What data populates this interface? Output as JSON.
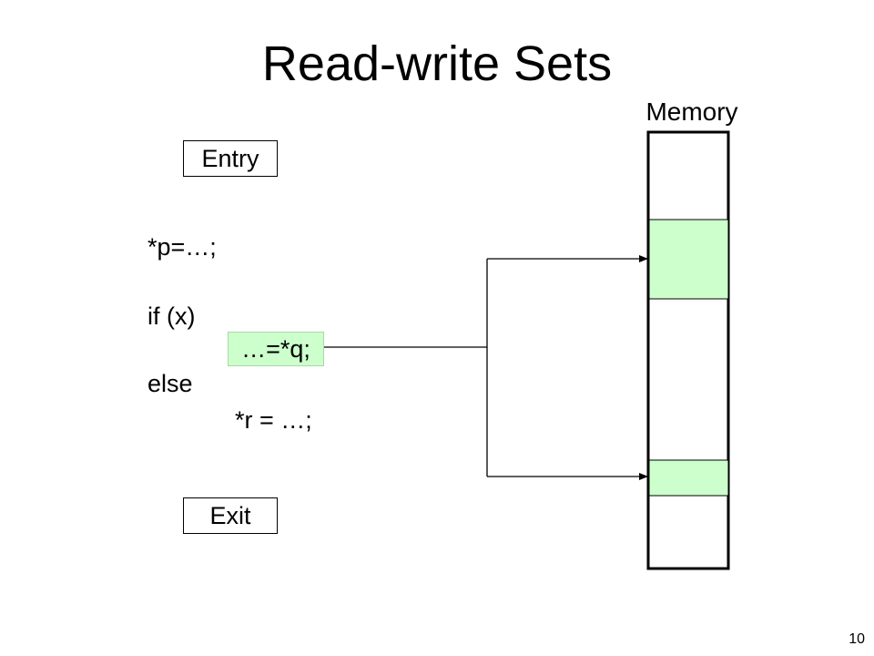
{
  "slide": {
    "title": "Read-write Sets",
    "memory_label": "Memory",
    "entry_label": "Entry",
    "exit_label": "Exit",
    "code": {
      "line1": "*p=…;",
      "line2": "if (x)",
      "read_stmt": "…=*q;",
      "line4": "else",
      "write_stmt": "*r = …;"
    },
    "page_number": "10"
  },
  "colors": {
    "highlight": "#ccffcc",
    "stroke": "#000000"
  }
}
